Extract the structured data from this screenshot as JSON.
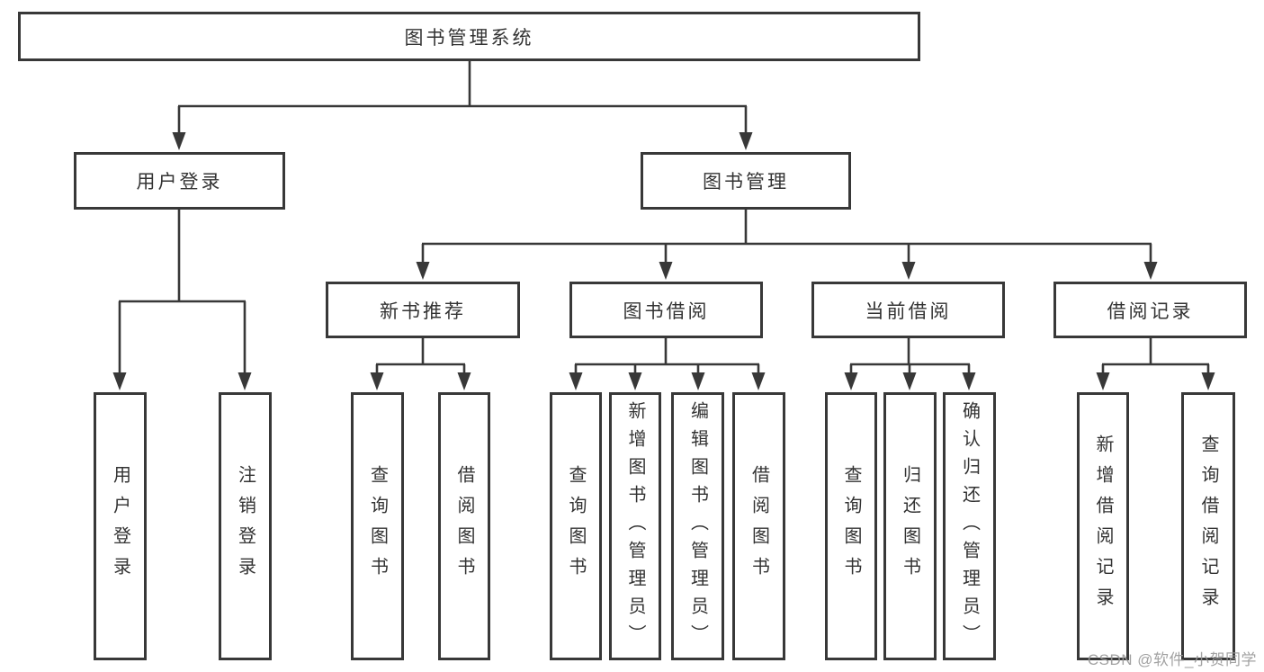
{
  "diagram": {
    "tree": {
      "root": "图书管理系统",
      "children": [
        {
          "label": "用户登录",
          "children": [
            "用户登录",
            "注销登录"
          ]
        },
        {
          "label": "图书管理",
          "children": [
            {
              "label": "新书推荐",
              "children": [
                "查询图书",
                "借阅图书"
              ]
            },
            {
              "label": "图书借阅",
              "children": [
                "查询图书",
                "新增图书（管理员）",
                "编辑图书（管理员）",
                "借阅图书"
              ]
            },
            {
              "label": "当前借阅",
              "children": [
                "查询图书",
                "归还图书",
                "确认归还（管理员）"
              ]
            },
            {
              "label": "借阅记录",
              "children": [
                "新增借阅记录",
                "查询借阅记录"
              ]
            }
          ]
        }
      ]
    },
    "colors": {
      "line": "#383838",
      "box_border": "#383838",
      "text": "#333333",
      "background": "#ffffff",
      "watermark": "#989898"
    }
  },
  "watermark": "CSDN @软件_小贺同学"
}
